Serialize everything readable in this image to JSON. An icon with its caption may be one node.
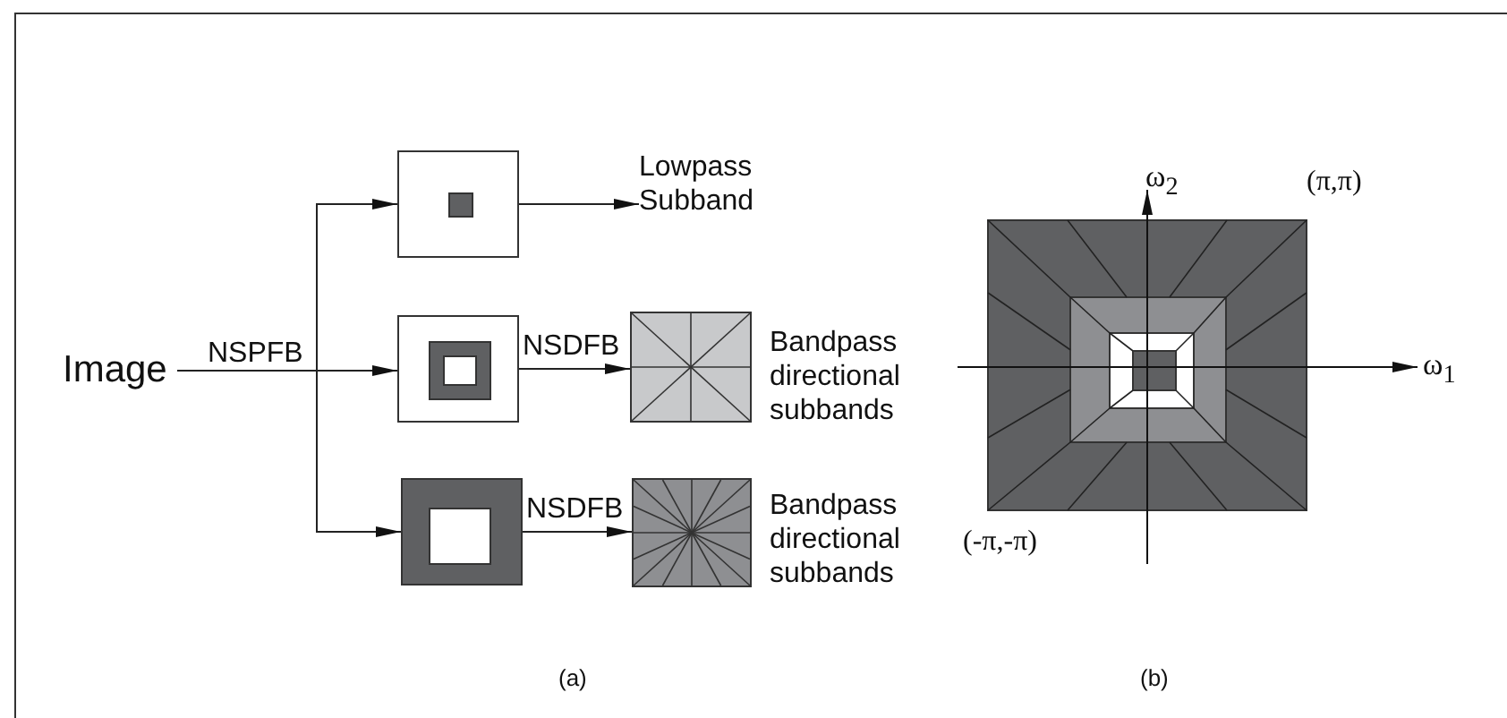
{
  "diagram": {
    "nodes": [
      {
        "text": [
          "Image"
        ]
      },
      {
        "text": [],
        "shape": "box"
      },
      {
        "text": [],
        "shape": "box"
      },
      {
        "text": [],
        "shape": "box"
      },
      {
        "text": [
          "Lowpass Subband"
        ]
      },
      {
        "text": [],
        "shape": "box",
        "beside": [
          "Bandpass directional subbands"
        ]
      },
      {
        "text": [],
        "shape": "box",
        "beside": [
          "Bandpass directional subbands"
        ]
      }
    ],
    "edges": [
      {
        "from": 0,
        "to": 1,
        "arrow": "to"
      },
      {
        "from": 0,
        "to": 2,
        "arrow": "to",
        "label": "NSPFB"
      },
      {
        "from": 0,
        "to": 3,
        "arrow": "to"
      },
      {
        "from": 1,
        "to": 4,
        "arrow": "to"
      },
      {
        "from": 2,
        "to": 5,
        "arrow": "to",
        "label": "NSDFB"
      },
      {
        "from": 3,
        "to": 6,
        "arrow": "to",
        "label": "NSDFB"
      }
    ],
    "labels": [
      "ω$_{2}$",
      "(π,π)",
      "ω$_{1}$",
      "(-π,-π)",
      "(a)",
      "(b)"
    ]
  }
}
